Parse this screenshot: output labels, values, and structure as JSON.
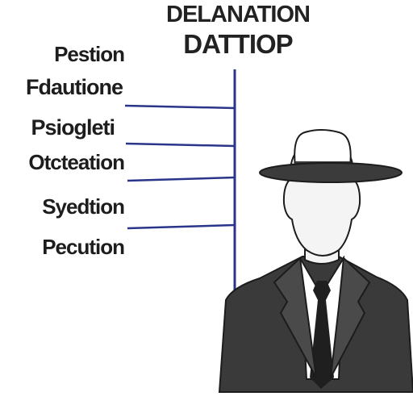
{
  "header": {
    "title_line1": "DELANATION",
    "title_line2": "DATTIOP"
  },
  "labels": [
    "Pestion",
    "Fdautione",
    "Psiogleti",
    "Otcteation",
    "Syedtion",
    "Pecution"
  ],
  "colors": {
    "connector_line": "#2a348a",
    "suit": "#3a3a3a",
    "hat": "#3b3b3b",
    "tie": "#1f1f1f",
    "shirt": "#ffffff",
    "head_fill": "#f4f4f4"
  }
}
